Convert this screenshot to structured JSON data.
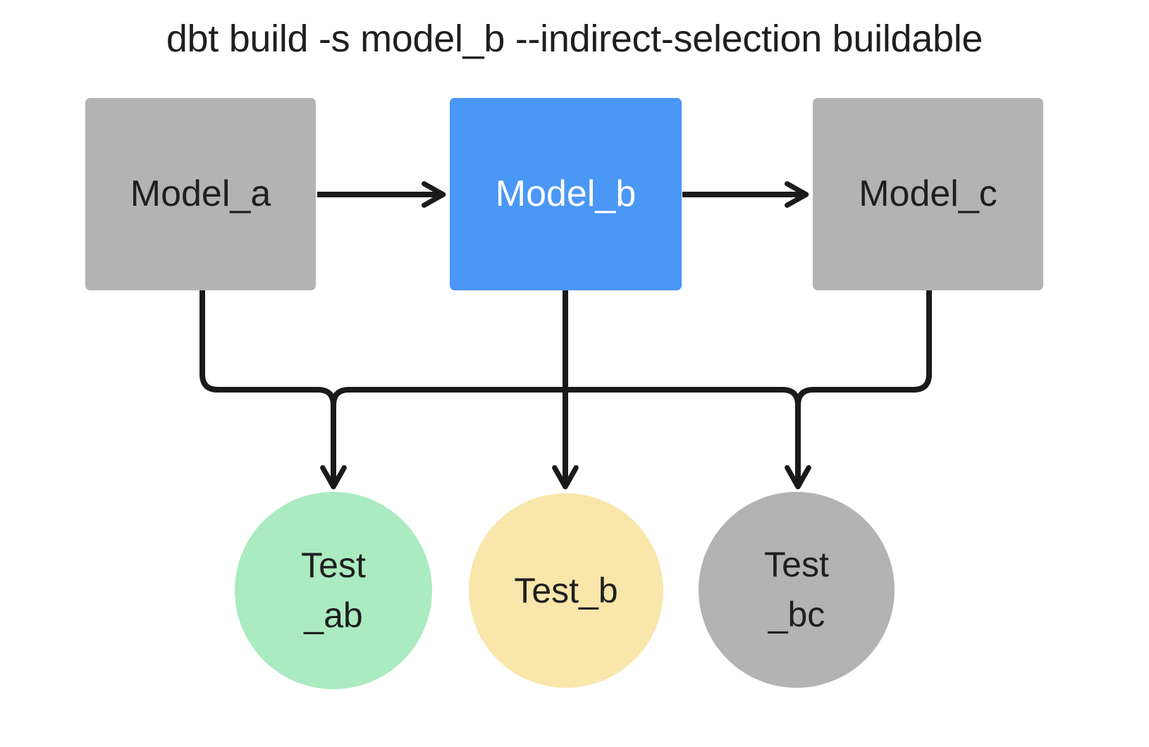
{
  "diagram": {
    "title": "dbt build -s model_b --indirect-selection buildable",
    "background_color": "#ffffff",
    "edge_color": "#1a1a1a",
    "nodes": {
      "model_a": {
        "label": "Model_a",
        "shape": "rectangle",
        "fill": "#b3b3b3",
        "text_color": "#1f1f1f",
        "state": "unselected"
      },
      "model_b": {
        "label": "Model_b",
        "shape": "rectangle",
        "fill": "#4a97f5",
        "text_color": "#ffffff",
        "state": "selected"
      },
      "model_c": {
        "label": "Model_c",
        "shape": "rectangle",
        "fill": "#b3b3b3",
        "text_color": "#1f1f1f",
        "state": "unselected"
      },
      "test_ab": {
        "label_line1": "Test",
        "label_line2": "_ab",
        "shape": "circle",
        "fill": "#abebc1",
        "text_color": "#1f1f1f",
        "state": "will-run"
      },
      "test_b": {
        "label_line1": "Test_b",
        "label_line2": "",
        "shape": "circle",
        "fill": "#f9e6ab",
        "text_color": "#1f1f1f",
        "state": "partial"
      },
      "test_bc": {
        "label_line1": "Test",
        "label_line2": "_bc",
        "shape": "circle",
        "fill": "#b3b3b3",
        "text_color": "#1f1f1f",
        "state": "skipped"
      }
    },
    "edges": [
      {
        "from": "model_a",
        "to": "model_b",
        "style": "straight-arrow"
      },
      {
        "from": "model_b",
        "to": "model_c",
        "style": "straight-arrow"
      },
      {
        "from": "model_a",
        "to": "test_ab",
        "style": "elbow-arrow"
      },
      {
        "from": "model_b",
        "to": "test_ab",
        "style": "elbow-arrow"
      },
      {
        "from": "model_b",
        "to": "test_b",
        "style": "elbow-arrow"
      },
      {
        "from": "model_b",
        "to": "test_bc",
        "style": "elbow-arrow"
      },
      {
        "from": "model_c",
        "to": "test_bc",
        "style": "elbow-arrow"
      }
    ]
  }
}
